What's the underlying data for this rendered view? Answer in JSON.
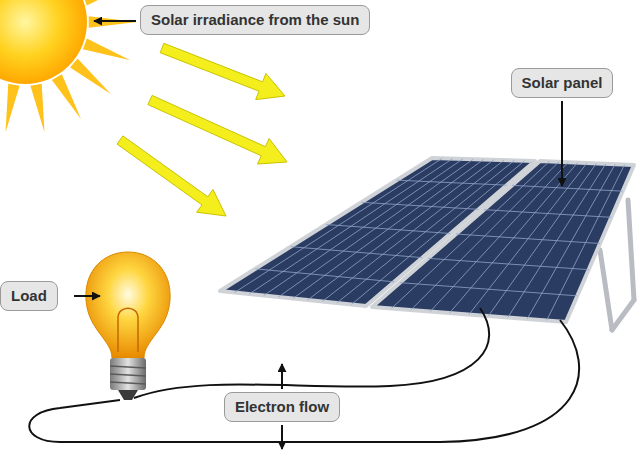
{
  "diagram": {
    "nodes": [
      {
        "text": [
          "Solar irradiance from the sun"
        ]
      },
      {
        "text": [
          "Solar panel"
        ]
      },
      {
        "text": [
          "Load"
        ]
      },
      {
        "text": [
          "Electron flow"
        ]
      }
    ]
  }
}
